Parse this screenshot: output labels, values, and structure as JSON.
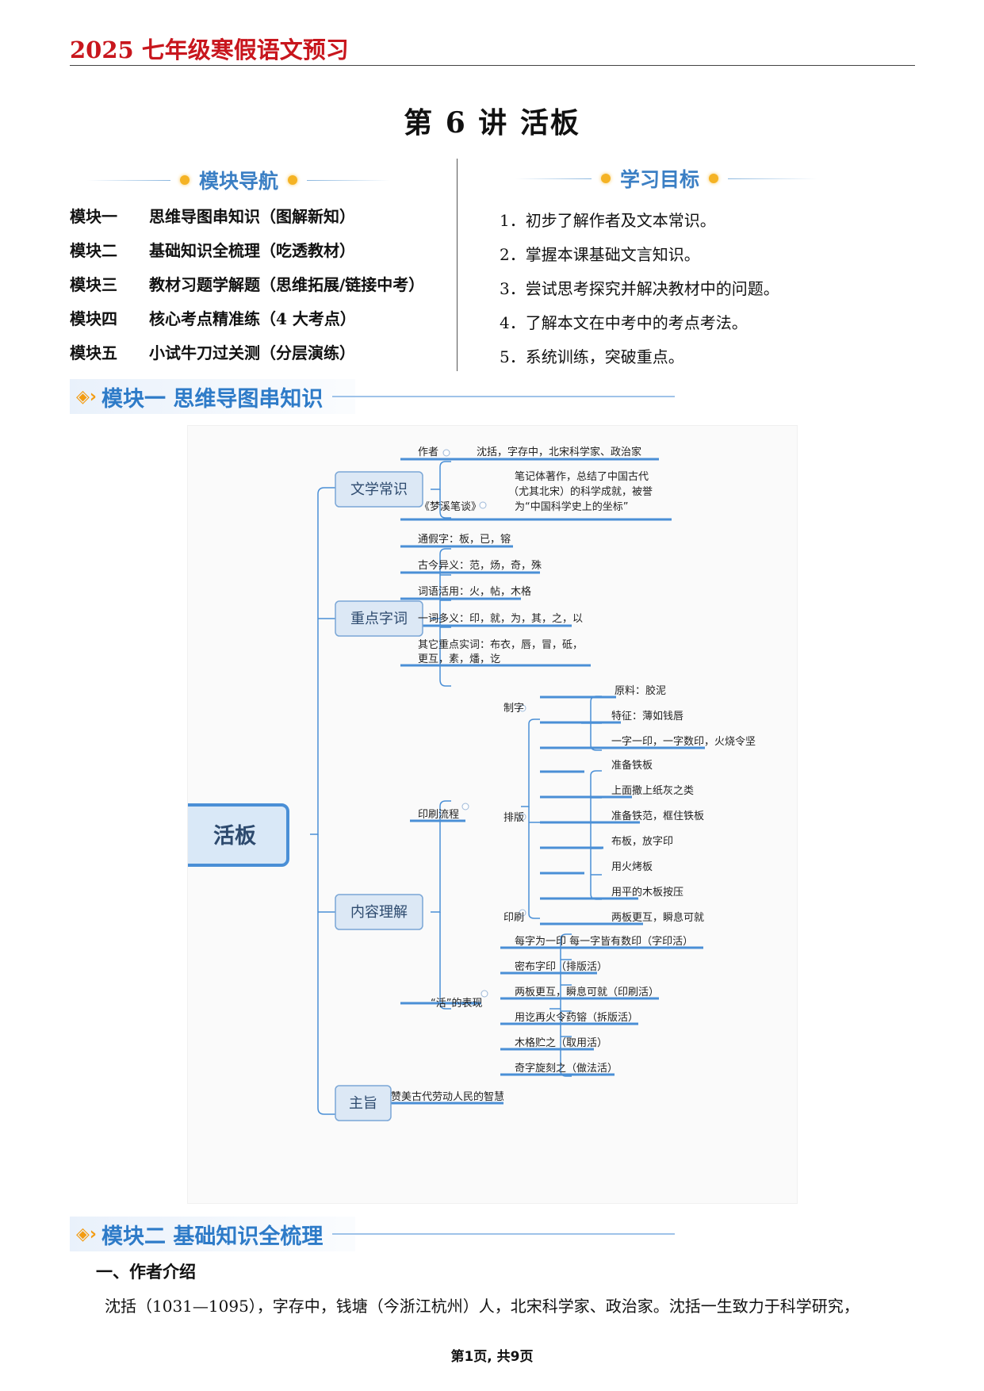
{
  "header": {
    "title": "2025 七年级寒假语文预习"
  },
  "lecture_title": "第 6 讲  活板",
  "nav": {
    "heading": "模块导航",
    "items": [
      {
        "key": "模块一",
        "text": "思维导图串知识（图解新知）"
      },
      {
        "key": "模块二",
        "text": "基础知识全梳理（吃透教材）"
      },
      {
        "key": "模块三",
        "text": "教材习题学解题（思维拓展/链接中考）"
      },
      {
        "key": "模块四",
        "text": "核心考点精准练（4 大考点）"
      },
      {
        "key": "模块五",
        "text": "小试牛刀过关测（分层演练）"
      }
    ]
  },
  "goals": {
    "heading": "学习目标",
    "items": [
      "1．初步了解作者及文本常识。",
      "2．掌握本课基础文言知识。",
      "3．尝试思考探究并解决教材中的问题。",
      "4．了解本文在中考中的考点考法。",
      "5．系统训练，突破重点。"
    ]
  },
  "module1": {
    "title": "模块一  思维导图串知识"
  },
  "mindmap": {
    "root": "活板",
    "wenxue": {
      "label": "文学常识",
      "author_key": "作者",
      "author_val": "沈括，字存中，北宋科学家、政治家",
      "book_key": "《梦溪笔谈》",
      "book_val": [
        "笔记体著作，总结了中国古代",
        "（尤其北宋）的科学成就，被誉",
        "为“中国科学史上的坐标”"
      ]
    },
    "zhongdian": {
      "label": "重点字词",
      "items": [
        [
          "通假字：板，已，镕"
        ],
        [
          "古今异义：范，炀，奇，殊"
        ],
        [
          "词语活用：火，帖，木格"
        ],
        [
          "一词多义：印，就，为，其，之，以"
        ],
        [
          "其它重点实词：布衣，唇，冒，砥，",
          "更互，素，燔，讫"
        ]
      ]
    },
    "neirong": {
      "label": "内容理解",
      "liucheng": "印刷流程",
      "zhizi": {
        "label": "制字",
        "items": [
          "原料：胶泥",
          "特征：薄如钱唇",
          "一字一印，一字数印，火烧令坚"
        ]
      },
      "paiban": {
        "label": "排版",
        "items": [
          "准备铁板",
          "上面撒上纸灰之类",
          "准备铁范，框住铁板",
          "布板，放字印",
          "用火烤板",
          "用平的木板按压"
        ]
      },
      "yinshua": {
        "label": "印刷",
        "item": "两板更互，瞬息可就"
      },
      "huo": {
        "label": "“活”的表现",
        "items": [
          "每字为一印 每一字皆有数印（字印活）",
          "密布字印（排版活）",
          "两板更互，瞬息可就（印刷活）",
          "用讫再火令药镕（拆版活）",
          "木格贮之（取用活）",
          "奇字旋刻之（做法活）"
        ]
      }
    },
    "zhuzhi": {
      "label": "主旨",
      "item": "赞美古代劳动人民的智慧"
    }
  },
  "module2": {
    "title": "模块二  基础知识全梳理"
  },
  "section_author": {
    "title": "一、作者介绍"
  },
  "paragraph": "沈括（1031—1095），字存中，钱塘（今浙江杭州）人，北宋科学家、政治家。沈括一生致力于科学研究，",
  "footer": "第1页, 共9页"
}
